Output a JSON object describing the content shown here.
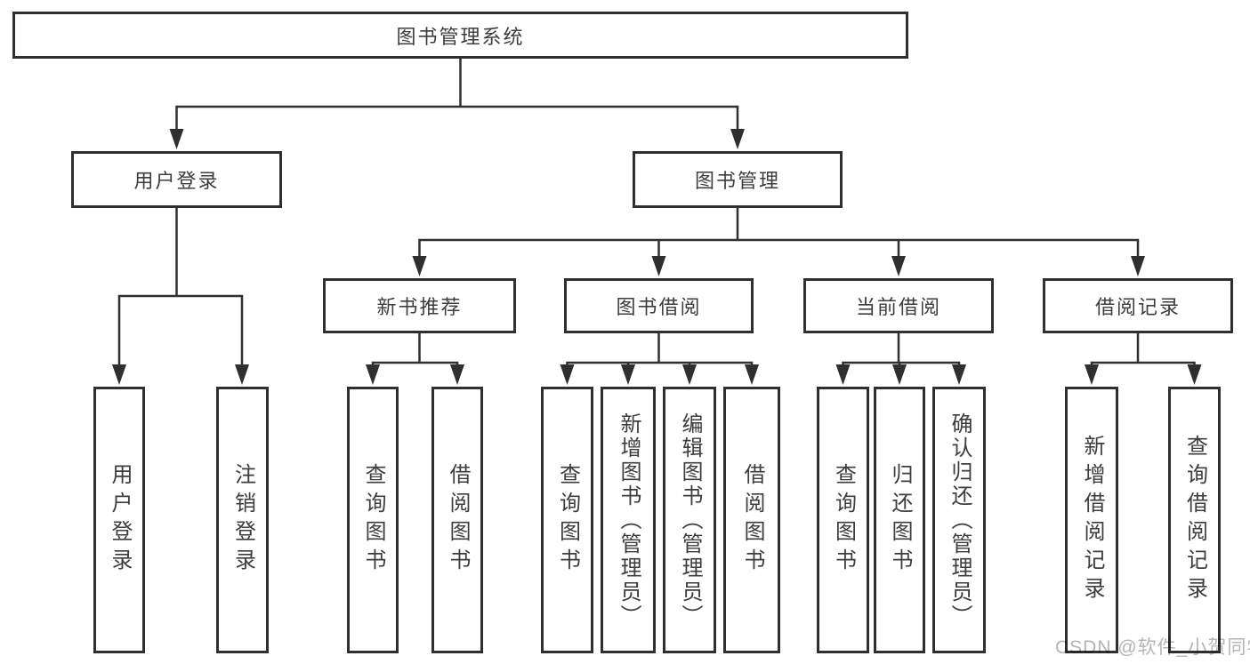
{
  "title": {
    "label": "图书管理系统"
  },
  "user_login": {
    "label": "用户登录",
    "children": [
      {
        "label": "用户登录"
      },
      {
        "label": "注销登录"
      }
    ]
  },
  "book_mgmt": {
    "label": "图书管理",
    "sections": [
      {
        "label": "新书推荐",
        "children": [
          {
            "label": "查询图书"
          },
          {
            "label": "借阅图书"
          }
        ]
      },
      {
        "label": "图书借阅",
        "children": [
          {
            "label": "查询图书"
          },
          {
            "label": "新增图书（管理员）"
          },
          {
            "label": "编辑图书（管理员）"
          },
          {
            "label": "借阅图书"
          }
        ]
      },
      {
        "label": "当前借阅",
        "children": [
          {
            "label": "查询图书"
          },
          {
            "label": "归还图书"
          },
          {
            "label": "确认归还（管理员）"
          }
        ]
      },
      {
        "label": "借阅记录",
        "children": [
          {
            "label": "新增借阅记录"
          },
          {
            "label": "查询借阅记录"
          }
        ]
      }
    ]
  },
  "watermark": {
    "text": "CSDN @软件_小贺同学"
  },
  "colors": {
    "line": "#2f2f2f",
    "box_border": "#2f2f2f",
    "box_fill": "#ffffff",
    "text": "#3d3d3d",
    "watermark": "#b5b5b5",
    "background": "#ffffff"
  }
}
